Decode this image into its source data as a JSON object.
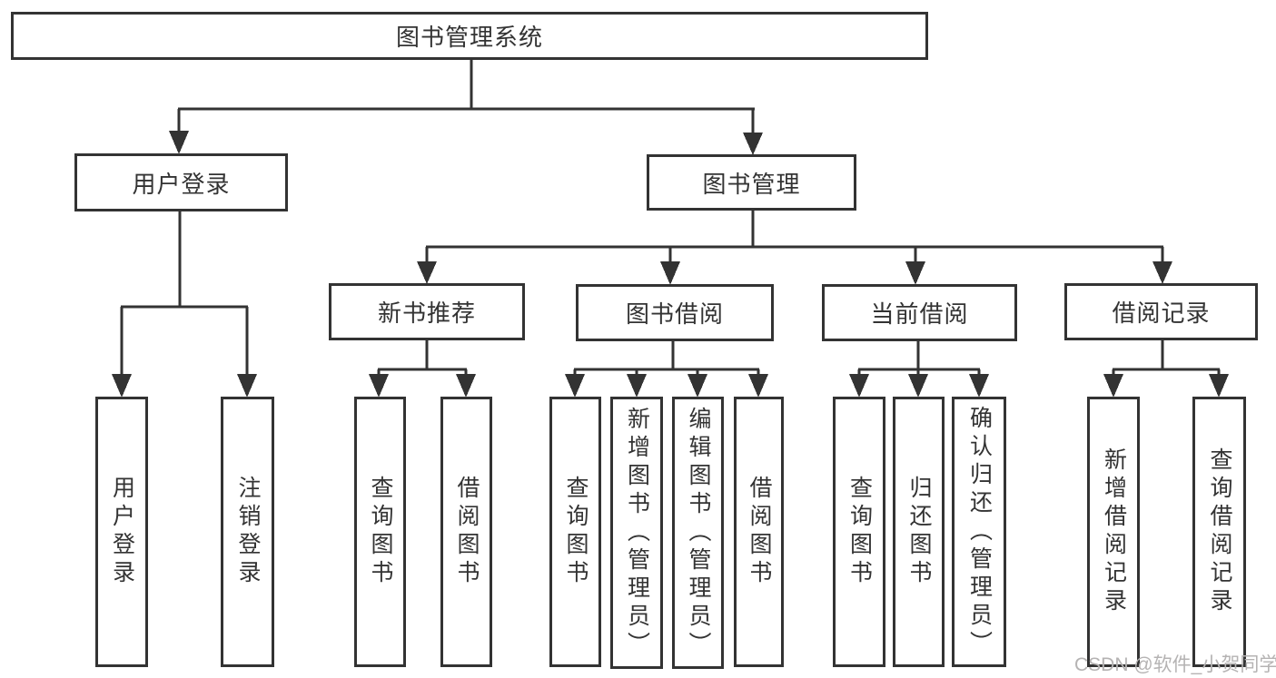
{
  "tree": {
    "label": "图书管理系统",
    "children": [
      {
        "label": "用户登录",
        "children": [
          {
            "label": "用户登录"
          },
          {
            "label": "注销登录"
          }
        ]
      },
      {
        "label": "图书管理",
        "children": [
          {
            "label": "新书推荐",
            "children": [
              {
                "label": "查询图书"
              },
              {
                "label": "借阅图书"
              }
            ]
          },
          {
            "label": "图书借阅",
            "children": [
              {
                "label": "查询图书"
              },
              {
                "label": "新增图书（管理员）"
              },
              {
                "label": "编辑图书（管理员）"
              },
              {
                "label": "借阅图书"
              }
            ]
          },
          {
            "label": "当前借阅",
            "children": [
              {
                "label": "查询图书"
              },
              {
                "label": "归还图书"
              },
              {
                "label": "确认归还（管理员）"
              }
            ]
          },
          {
            "label": "借阅记录",
            "children": [
              {
                "label": "新增借阅记录"
              },
              {
                "label": "查询借阅记录"
              }
            ]
          }
        ]
      }
    ]
  },
  "watermark": {
    "text": "CSDN @软件_小贺同学"
  },
  "colors": {
    "line": "#333333",
    "text": "#333333",
    "box_background": "#ffffff",
    "watermark": "#b5b3b3",
    "background": "#ffffff"
  }
}
